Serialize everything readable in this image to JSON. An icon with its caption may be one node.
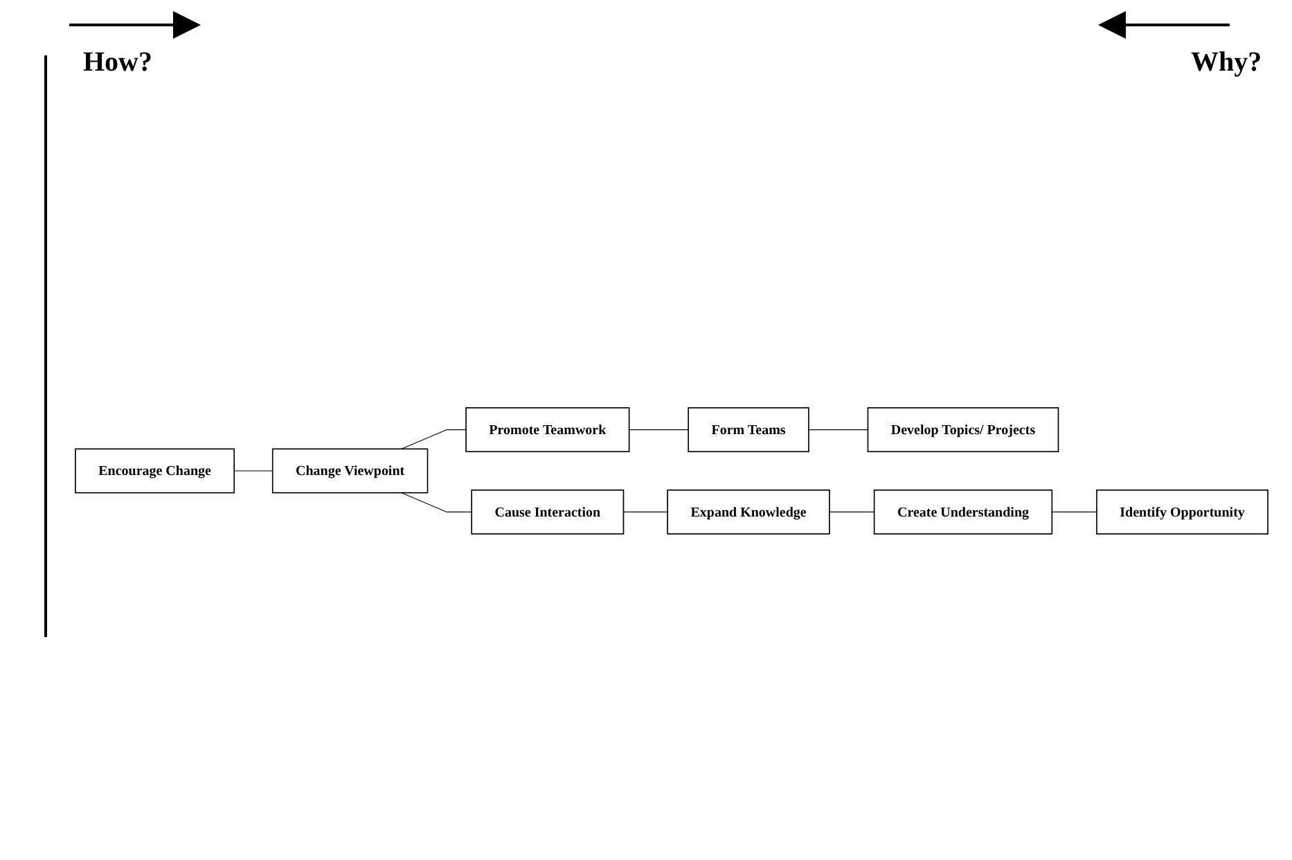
{
  "diagram": {
    "nodes": [
      {
        "text": [
          "Encourage Change"
        ]
      },
      {
        "text": [
          "Change Viewpoint"
        ]
      },
      {
        "text": [
          "Promote Teamwork"
        ]
      },
      {
        "text": [
          "Form Teams"
        ]
      },
      {
        "text": [
          "Develop Topics/ Projects"
        ]
      },
      {
        "text": [
          "Cause Interaction"
        ]
      },
      {
        "text": [
          "Expand Knowledge"
        ]
      },
      {
        "text": [
          "Create Understanding"
        ]
      },
      {
        "text": [
          "Identify Opportunity"
        ]
      }
    ],
    "edges": [
      {
        "from": 0,
        "to": 1,
        "arrow": "none"
      },
      {
        "from": 1,
        "to": 2,
        "arrow": "none"
      },
      {
        "from": 2,
        "to": 3,
        "arrow": "none"
      },
      {
        "from": 3,
        "to": 4,
        "arrow": "none"
      },
      {
        "from": 1,
        "to": 5,
        "arrow": "none"
      },
      {
        "from": 5,
        "to": 6,
        "arrow": "none"
      },
      {
        "from": 6,
        "to": 7,
        "arrow": "none"
      },
      {
        "from": 7,
        "to": 8,
        "arrow": "none"
      }
    ],
    "labels": [
      "How?",
      "Why?"
    ]
  }
}
